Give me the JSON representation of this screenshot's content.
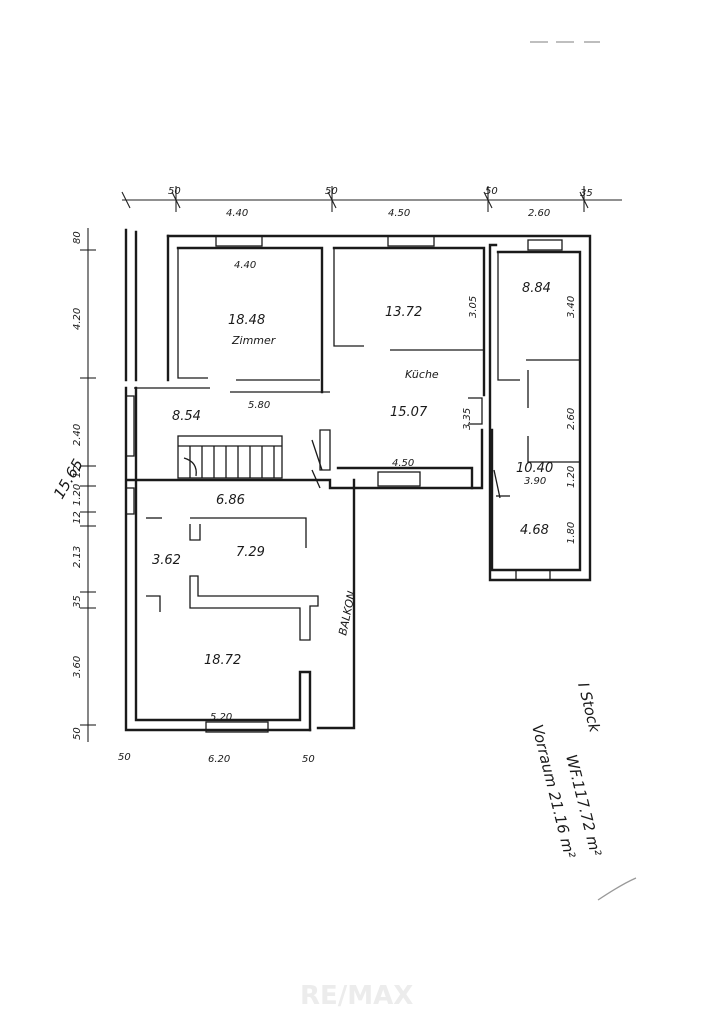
{
  "plan": {
    "total_depth": "15.65",
    "top_dims": [
      "50",
      "4.40",
      "50",
      "4.50",
      "50",
      "2.60",
      "35"
    ],
    "left_dims": [
      "80",
      "4.20",
      "2.40",
      "12",
      "1.20",
      "12",
      "2.13",
      "35",
      "3.60",
      "50"
    ],
    "bottom_dims": [
      "50",
      "6.20",
      "50"
    ],
    "rooms": {
      "zimmer_area": "18.48",
      "zimmer_name": "Zimmer",
      "zimmer_width": "4.40",
      "kitchen_area": "13.72",
      "kitchen_depth": "3.05",
      "kuche_name": "Küche",
      "room_ne_area": "8.84",
      "room_ne_depth": "3.40",
      "hall_area": "8.54",
      "hall_width": "5.80",
      "center_area": "15.07",
      "center_depth": "3.35",
      "window_width": "4.50",
      "stair_area": "6.86",
      "small_a_area": "3.62",
      "small_b_area": "7.29",
      "bath_area": "10.40",
      "bath_width": "3.90",
      "bath_side_1": "2.60",
      "bath_side_2": "1.20",
      "wc_area": "4.68",
      "wc_depth": "1.80",
      "big_room_area": "18.72",
      "big_room_width": "5.20",
      "balkon": "BALKON"
    },
    "notes": {
      "floor": "I Stock",
      "wf": "WF.117.72 m²",
      "vorraum": "Vorraum 21.16 m²"
    },
    "watermark": "RE/MAX"
  }
}
